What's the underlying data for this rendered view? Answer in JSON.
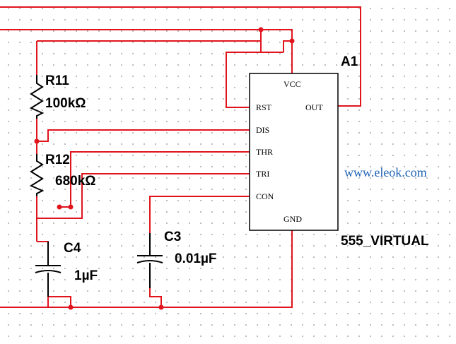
{
  "ic": {
    "ref": "A1",
    "model": "555_VIRTUAL",
    "pins": {
      "vcc": "VCC",
      "rst": "RST",
      "out": "OUT",
      "dis": "DIS",
      "thr": "THR",
      "tri": "TRI",
      "con": "CON",
      "gnd": "GND"
    }
  },
  "components": {
    "r11": {
      "ref": "R11",
      "value": "100kΩ"
    },
    "r12": {
      "ref": "R12",
      "value": "680kΩ"
    },
    "c4": {
      "ref": "C4",
      "value": "1µF"
    },
    "c3": {
      "ref": "C3",
      "value": "0.01µF"
    }
  },
  "watermark": "www.eleok.com",
  "colors": {
    "wire": "#e0141c",
    "watermark": "#1e62b4"
  }
}
